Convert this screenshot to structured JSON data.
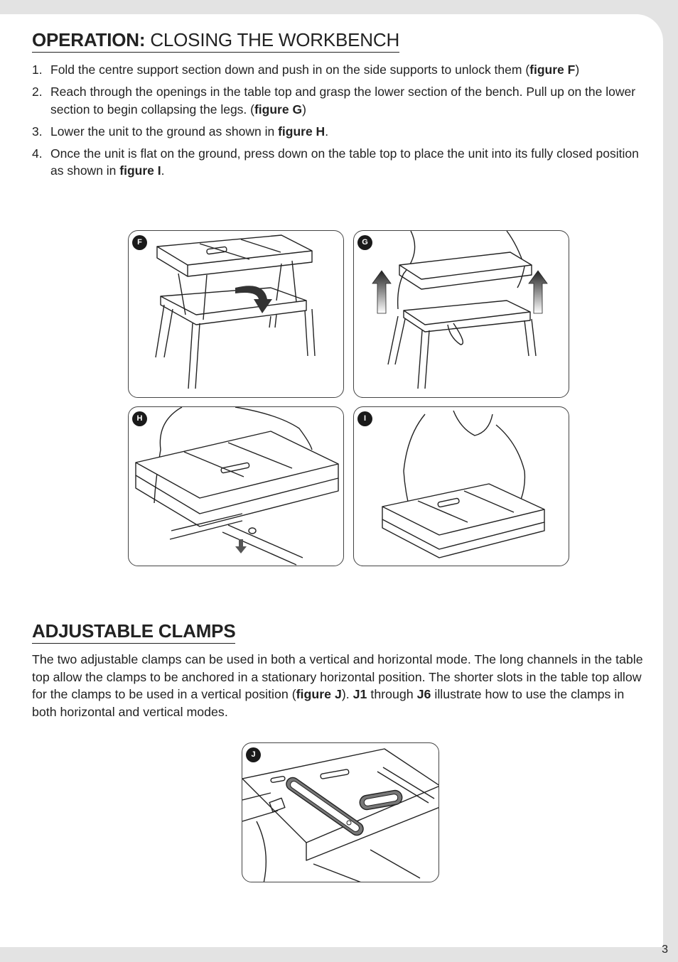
{
  "section_closing": {
    "title_bold": "OPERATION:",
    "title_rest": " CLOSING THE WORKBENCH",
    "steps": [
      {
        "num": "1.",
        "parts": [
          "Fold the centre support section down and push in on the side supports to unlock them (",
          "figure F",
          ")"
        ]
      },
      {
        "num": "2.",
        "parts": [
          "Reach through the openings in the table top and grasp the lower section of the bench. Pull up on the lower section to begin collapsing the legs. (",
          "figure G",
          ")"
        ]
      },
      {
        "num": "3.",
        "parts": [
          "Lower the unit to the ground as shown in ",
          "figure H",
          "."
        ]
      },
      {
        "num": "4.",
        "parts": [
          "Once the unit is flat on the ground, press down on the table top to place the unit into its fully closed position as shown in ",
          "figure I",
          "."
        ]
      }
    ]
  },
  "figures": {
    "f": "F",
    "g": "G",
    "h": "H",
    "i": "I",
    "j": "J"
  },
  "section_clamps": {
    "title": "ADJUSTABLE CLAMPS",
    "paragraph": {
      "p1": "The two adjustable clamps can be used in both a vertical and horizontal mode. The long channels in the table top allow the clamps to be anchored in a stationary horizontal position. The shorter slots in the table top allow for the clamps to be used in a vertical position (",
      "b1": "figure J",
      "p2": "). ",
      "b2": "J1",
      "p3": " through ",
      "b3": "J6",
      "p4": " illustrate how to use the clamps in both horizontal and vertical modes."
    }
  },
  "page_number": "3"
}
